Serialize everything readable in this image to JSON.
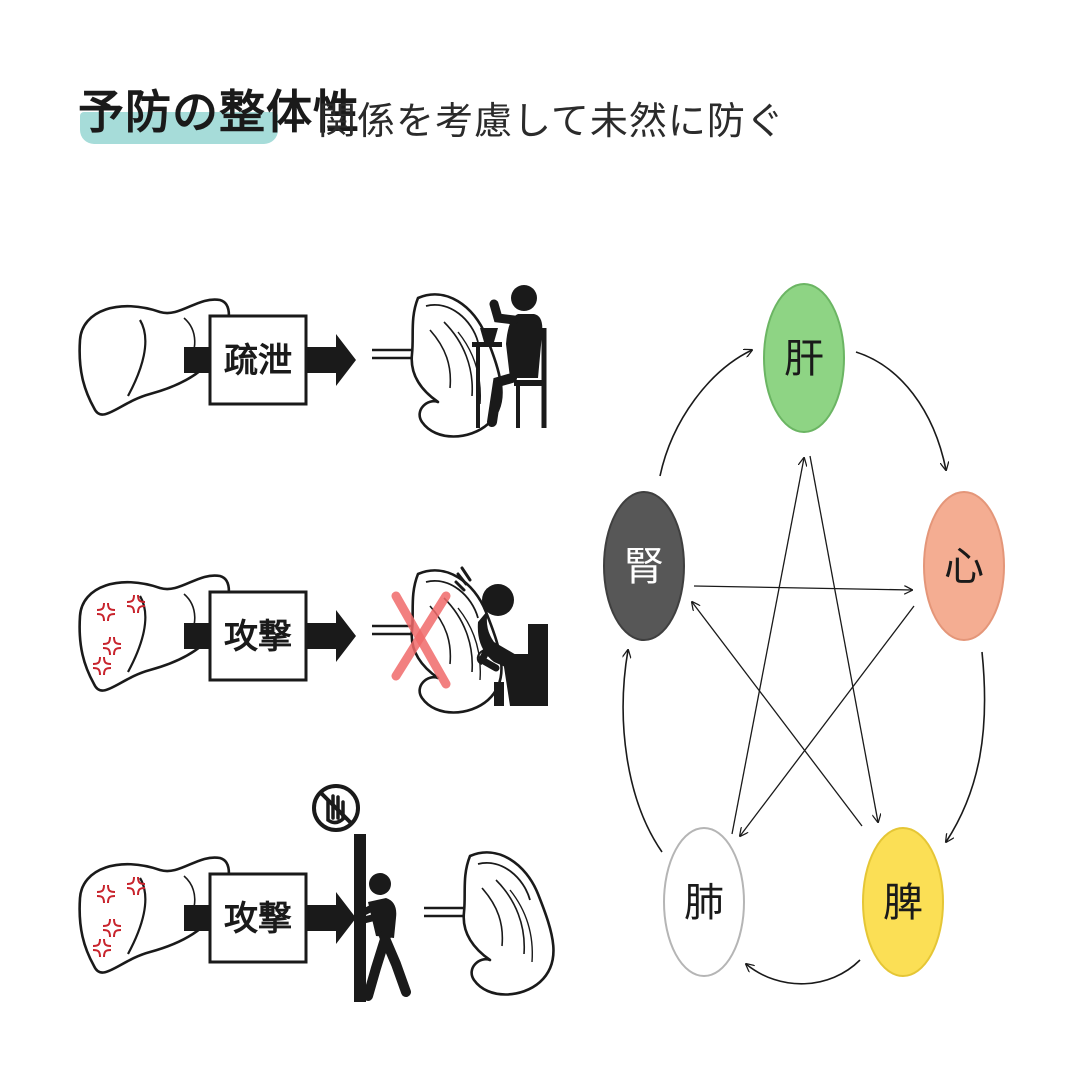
{
  "header": {
    "title": "予防の整体性",
    "subtitle": "関係を考慮して未然に防ぐ"
  },
  "rows": [
    {
      "label": "疏泄",
      "state": "normal"
    },
    {
      "label": "攻撃",
      "state": "attack"
    },
    {
      "label": "攻撃",
      "state": "blocked"
    }
  ],
  "cycle": {
    "nodes": [
      {
        "id": "liver",
        "label": "肝",
        "fill": "#8ed484",
        "stroke": "#6bb563",
        "text": "#1a1a1a"
      },
      {
        "id": "heart",
        "label": "心",
        "fill": "#f4ad92",
        "stroke": "#e49679",
        "text": "#1a1a1a"
      },
      {
        "id": "spleen",
        "label": "脾",
        "fill": "#fbdf55",
        "stroke": "#e5c635",
        "text": "#1a1a1a"
      },
      {
        "id": "lung",
        "label": "肺",
        "fill": "#ffffff",
        "stroke": "#b5b5b5",
        "text": "#1a1a1a"
      },
      {
        "id": "kidney",
        "label": "腎",
        "fill": "#575757",
        "stroke": "#3f3f3f",
        "text": "#ffffff"
      }
    ]
  },
  "colors": {
    "accent_highlight": "#a6dcd9",
    "anger_mark": "#c8232c",
    "cross_mark": "#f06a6a",
    "ink": "#1a1a1a"
  },
  "icons": [
    "liver-icon",
    "stomach-icon",
    "eating-person-icon",
    "sick-person-icon",
    "pushing-person-icon",
    "stop-hand-icon",
    "arrow-right-icon"
  ]
}
